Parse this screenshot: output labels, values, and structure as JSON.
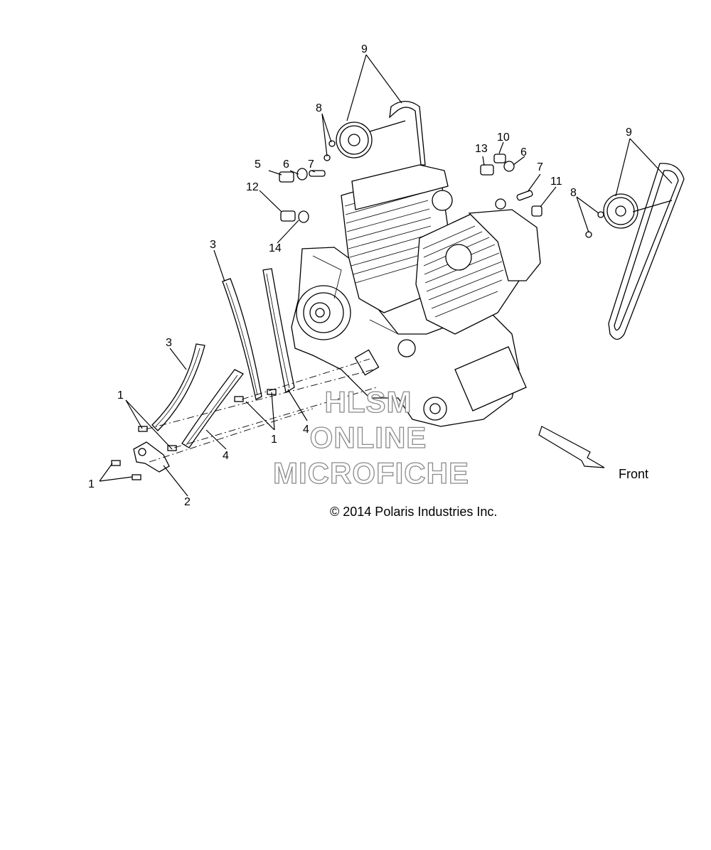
{
  "callouts": [
    "1",
    "2",
    "3",
    "4",
    "5",
    "6",
    "7",
    "8",
    "9",
    "10",
    "11",
    "12",
    "13",
    "14"
  ],
  "front_label": "Front",
  "copyright": "© 2014 Polaris Industries Inc.",
  "watermark": [
    "HLSM",
    "ONLINE",
    "MICROFICHE"
  ],
  "colors": {
    "line": "#000000",
    "background": "#ffffff",
    "watermark_outline": "#8a8a8a"
  }
}
